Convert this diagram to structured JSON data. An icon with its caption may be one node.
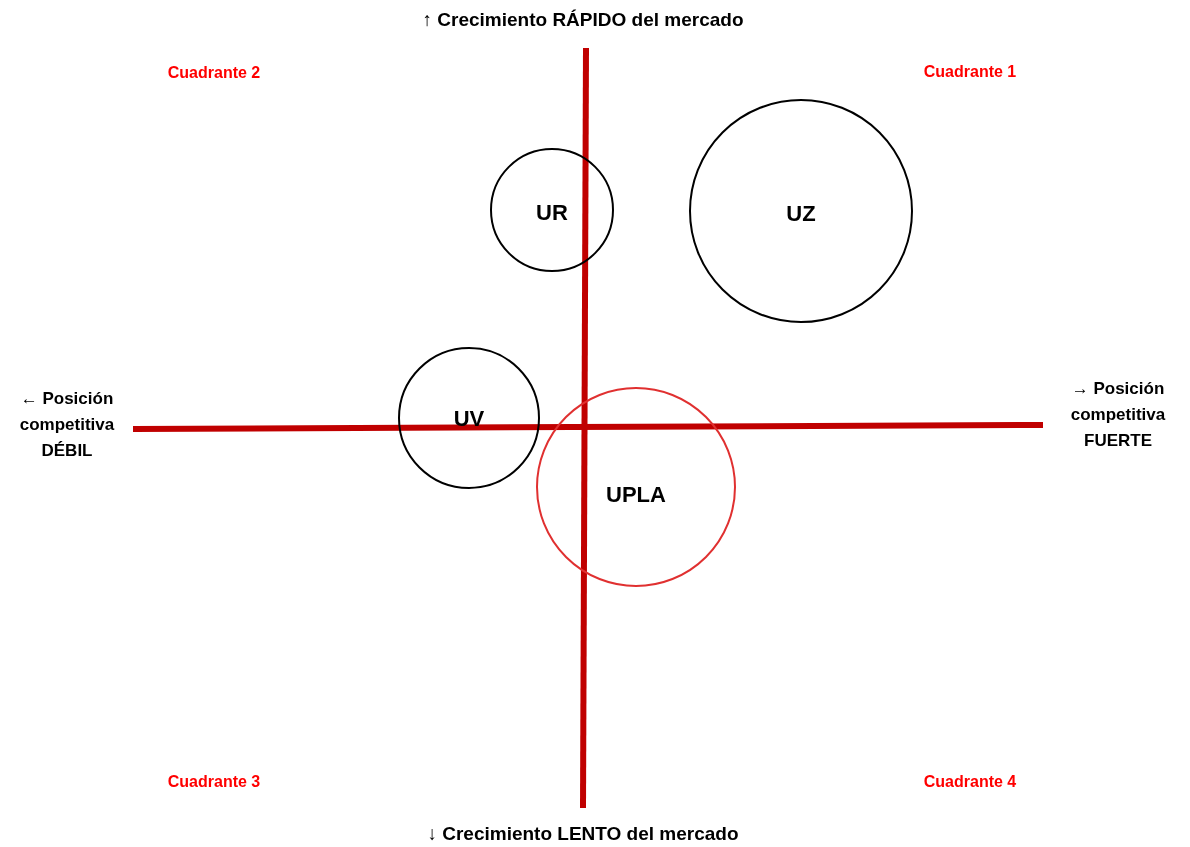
{
  "diagram": {
    "nodes": [
      {
        "text": [
          "UR"
        ]
      },
      {
        "text": [
          "UZ"
        ]
      },
      {
        "text": [
          "UV"
        ]
      },
      {
        "text": [
          "UPLA"
        ]
      }
    ],
    "labels": [
      "↑ Crecimiento RÁPIDO del mercado",
      "Cuadrante 2",
      "Cuadrante 1",
      "← Posición competitiva DÉBIL",
      "→ Posición competitiva FUERTE",
      "Cuadrante 3",
      "Cuadrante 4",
      "↓ Crecimiento LENTO del mercado"
    ]
  }
}
